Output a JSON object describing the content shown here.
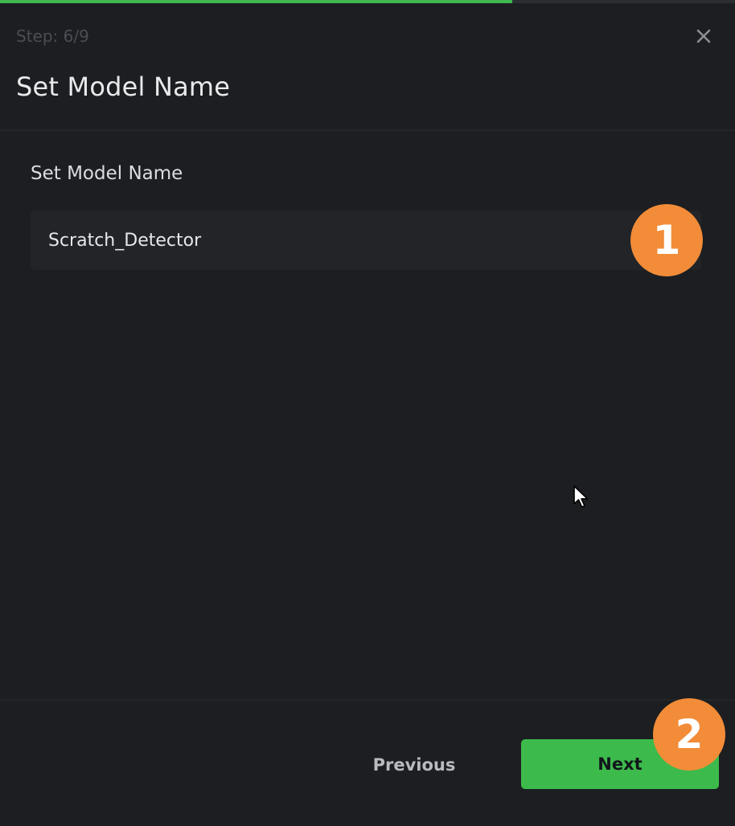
{
  "progress": {
    "step": 6,
    "total": 9,
    "fraction": 0.697,
    "color": "#3fb84f"
  },
  "header": {
    "step_text": "Step: 6/9",
    "title": "Set Model Name",
    "close_icon": "close-icon"
  },
  "form": {
    "label": "Set Model Name",
    "input_value": "Scratch_Detector"
  },
  "annotations": {
    "badge_1": "1",
    "badge_2": "2",
    "color": "#f28c38"
  },
  "footer": {
    "previous_label": "Previous",
    "next_label": "Next",
    "next_color": "#3dba4c"
  }
}
